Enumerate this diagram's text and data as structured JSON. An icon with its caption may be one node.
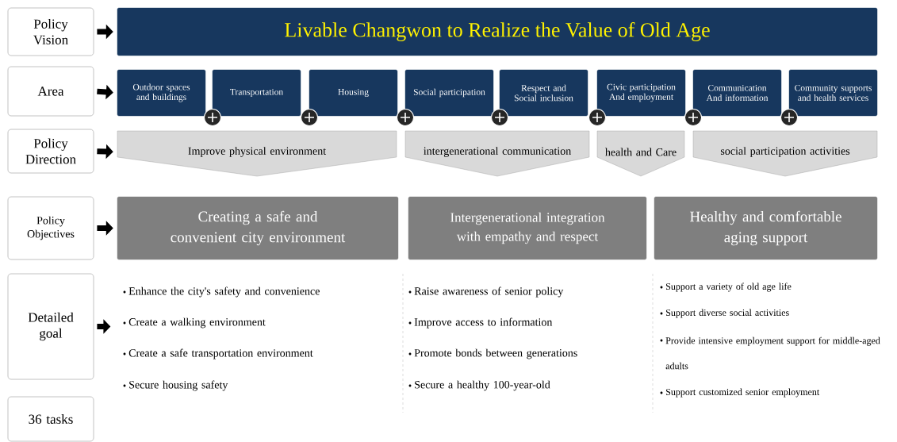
{
  "diagram": {
    "nodes": [
      {
        "text": [
          "Policy Vision"
        ]
      },
      {
        "text": [
          "Area"
        ]
      },
      {
        "text": [
          "Policy Direction"
        ]
      },
      {
        "text": [
          "Policy Objectives"
        ]
      },
      {
        "text": [
          "Detailed goal"
        ]
      },
      {
        "text": [
          "36 tasks"
        ]
      },
      {
        "text": [
          "Livable Changwon to Realize the Value of Old Age"
        ]
      },
      {
        "text": [
          "Outdoor spaces and buildings"
        ]
      },
      {
        "text": [
          "Transportation"
        ]
      },
      {
        "text": [
          "Housing"
        ]
      },
      {
        "text": [
          "Social participation"
        ]
      },
      {
        "text": [
          "Respect and Social inclusion"
        ]
      },
      {
        "text": [
          "Civic participation And employment"
        ]
      },
      {
        "text": [
          "Communication And information"
        ]
      },
      {
        "text": [
          "Community supports and health services"
        ]
      },
      {
        "text": [
          "Improve physical environment"
        ]
      },
      {
        "text": [
          "intergenerational communication"
        ]
      },
      {
        "text": [
          "health and Care"
        ]
      },
      {
        "text": [
          "social participation activities"
        ]
      },
      {
        "text": [
          "Creating a safe and convenient city environment"
        ]
      },
      {
        "text": [
          "Intergenerational integration with empathy and respect"
        ]
      },
      {
        "text": [
          "Healthy and comfortable aging support"
        ]
      }
    ],
    "edges": [
      {
        "from": 0,
        "to": 6,
        "arrow": "to"
      },
      {
        "from": 1,
        "to": 7,
        "arrow": "to"
      },
      {
        "from": 2,
        "to": 15,
        "arrow": "to"
      },
      {
        "from": 3,
        "to": 19,
        "arrow": "to"
      },
      {
        "from": 4,
        "to": null,
        "arrow": "to"
      }
    ],
    "labels": [
      "Enhance the city's safety and convenience",
      "Create a walking environment",
      "Create a safe transportation environment",
      "Secure housing safety",
      "Raise awareness of senior policy",
      "Improve access to information",
      "Promote bonds between generations",
      "Secure a healthy 100-year-old",
      "Support a variety of old age life",
      "Support diverse social activities",
      "Provide intensive employment support for middle-aged adults",
      "Support customized senior employment"
    ]
  }
}
